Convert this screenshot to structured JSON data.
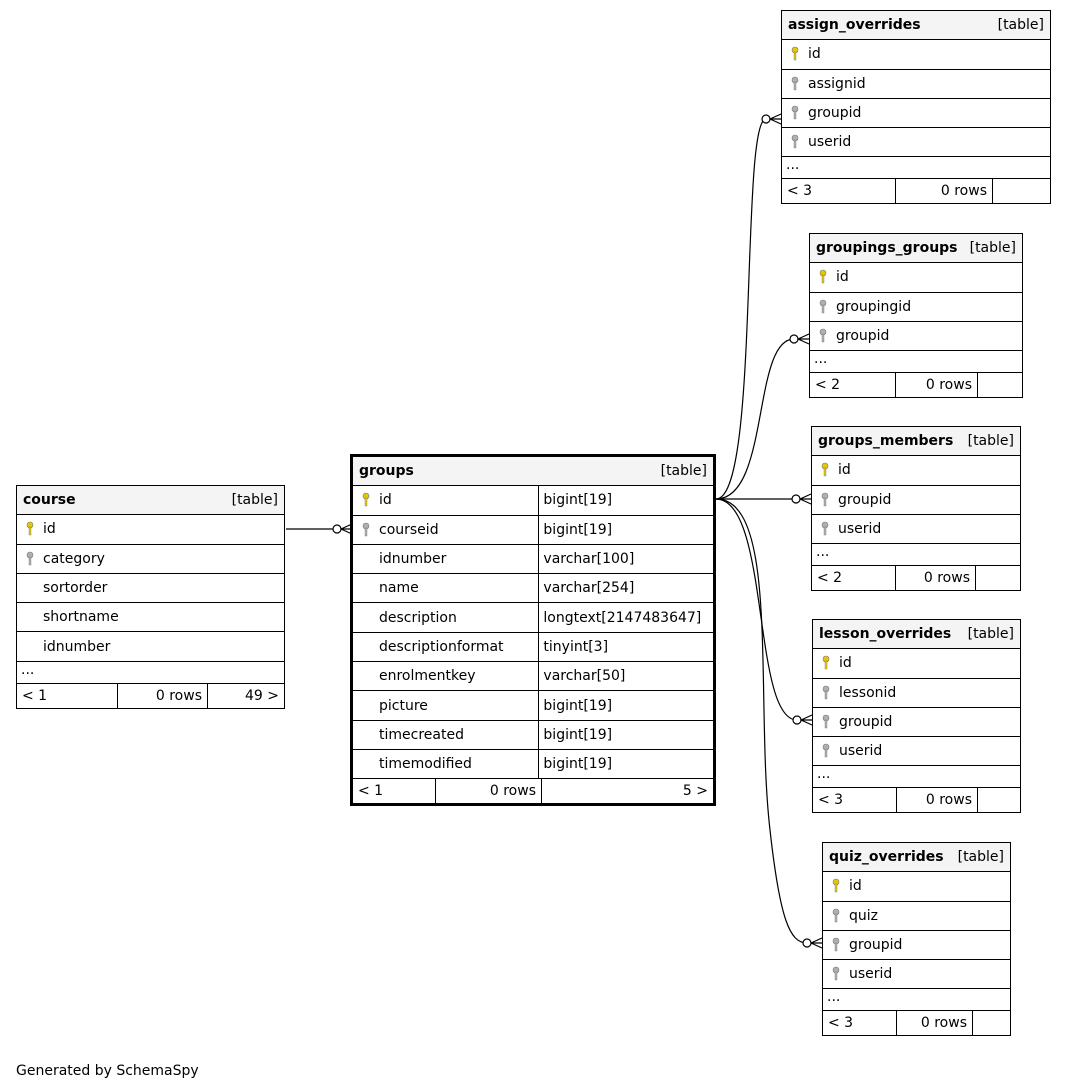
{
  "generated_by": "Generated by SchemaSpy",
  "tag": "[table]",
  "ellipsis": "...",
  "course": {
    "name": "course",
    "columns": [
      {
        "name": "id",
        "key": "primary"
      },
      {
        "name": "category",
        "key": "foreign"
      },
      {
        "name": "sortorder",
        "key": ""
      },
      {
        "name": "shortname",
        "key": ""
      },
      {
        "name": "idnumber",
        "key": ""
      }
    ],
    "footer": {
      "parents": "< 1",
      "rows": "0 rows",
      "children": "49 >"
    }
  },
  "groups": {
    "name": "groups",
    "columns": [
      {
        "name": "id",
        "type": "bigint[19]",
        "key": "primary"
      },
      {
        "name": "courseid",
        "type": "bigint[19]",
        "key": "foreign"
      },
      {
        "name": "idnumber",
        "type": "varchar[100]",
        "key": ""
      },
      {
        "name": "name",
        "type": "varchar[254]",
        "key": ""
      },
      {
        "name": "description",
        "type": "longtext[2147483647]",
        "key": ""
      },
      {
        "name": "descriptionformat",
        "type": "tinyint[3]",
        "key": ""
      },
      {
        "name": "enrolmentkey",
        "type": "varchar[50]",
        "key": ""
      },
      {
        "name": "picture",
        "type": "bigint[19]",
        "key": ""
      },
      {
        "name": "timecreated",
        "type": "bigint[19]",
        "key": ""
      },
      {
        "name": "timemodified",
        "type": "bigint[19]",
        "key": ""
      }
    ],
    "footer": {
      "parents": "< 1",
      "rows": "0 rows",
      "children": "5 >"
    }
  },
  "assign_overrides": {
    "name": "assign_overrides",
    "columns": [
      {
        "name": "id",
        "key": "primary"
      },
      {
        "name": "assignid",
        "key": "foreign"
      },
      {
        "name": "groupid",
        "key": "foreign"
      },
      {
        "name": "userid",
        "key": "foreign"
      }
    ],
    "footer": {
      "parents": "< 3",
      "rows": "0 rows",
      "children": ""
    }
  },
  "groupings_groups": {
    "name": "groupings_groups",
    "columns": [
      {
        "name": "id",
        "key": "primary"
      },
      {
        "name": "groupingid",
        "key": "foreign"
      },
      {
        "name": "groupid",
        "key": "foreign"
      }
    ],
    "footer": {
      "parents": "< 2",
      "rows": "0 rows",
      "children": ""
    }
  },
  "groups_members": {
    "name": "groups_members",
    "columns": [
      {
        "name": "id",
        "key": "primary"
      },
      {
        "name": "groupid",
        "key": "foreign"
      },
      {
        "name": "userid",
        "key": "foreign"
      }
    ],
    "footer": {
      "parents": "< 2",
      "rows": "0 rows",
      "children": ""
    }
  },
  "lesson_overrides": {
    "name": "lesson_overrides",
    "columns": [
      {
        "name": "id",
        "key": "primary"
      },
      {
        "name": "lessonid",
        "key": "foreign"
      },
      {
        "name": "groupid",
        "key": "foreign"
      },
      {
        "name": "userid",
        "key": "foreign"
      }
    ],
    "footer": {
      "parents": "< 3",
      "rows": "0 rows",
      "children": ""
    }
  },
  "quiz_overrides": {
    "name": "quiz_overrides",
    "columns": [
      {
        "name": "id",
        "key": "primary"
      },
      {
        "name": "quiz",
        "key": "foreign"
      },
      {
        "name": "groupid",
        "key": "foreign"
      },
      {
        "name": "userid",
        "key": "foreign"
      }
    ],
    "footer": {
      "parents": "< 3",
      "rows": "0 rows",
      "children": ""
    }
  },
  "colors": {
    "primary_key": "#e6c800",
    "foreign_key": "#b0b0b0",
    "header_bg": "#f4f4f4"
  }
}
